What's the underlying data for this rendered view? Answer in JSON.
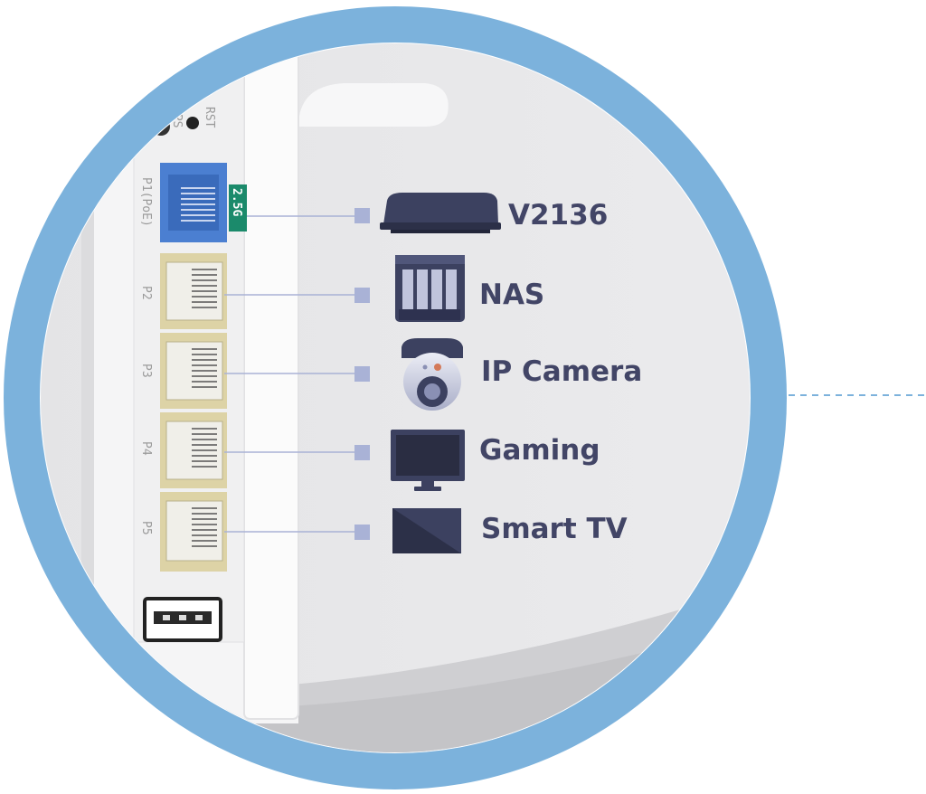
{
  "ports": {
    "rst": "RST",
    "wps": "WPS",
    "p1": "P1(PoE)",
    "badge": "2.5G",
    "p2": "P2",
    "p3": "P3",
    "p4": "P4",
    "p5": "P5"
  },
  "devices": [
    {
      "id": "v2136",
      "label": "V2136",
      "icon": "router-icon"
    },
    {
      "id": "nas",
      "label": "NAS",
      "icon": "nas-icon"
    },
    {
      "id": "ipcam",
      "label": "IP Camera",
      "icon": "camera-icon"
    },
    {
      "id": "gaming",
      "label": "Gaming",
      "icon": "monitor-icon"
    },
    {
      "id": "tv",
      "label": "Smart TV",
      "icon": "tv-icon"
    }
  ],
  "colors": {
    "ring": "#7cb2dc",
    "connector": "#a9b2d6",
    "poe_port": "#4b7fd1",
    "badge": "#1b8a6b",
    "lan_port": "#ddd3a6",
    "label": "#424566"
  }
}
